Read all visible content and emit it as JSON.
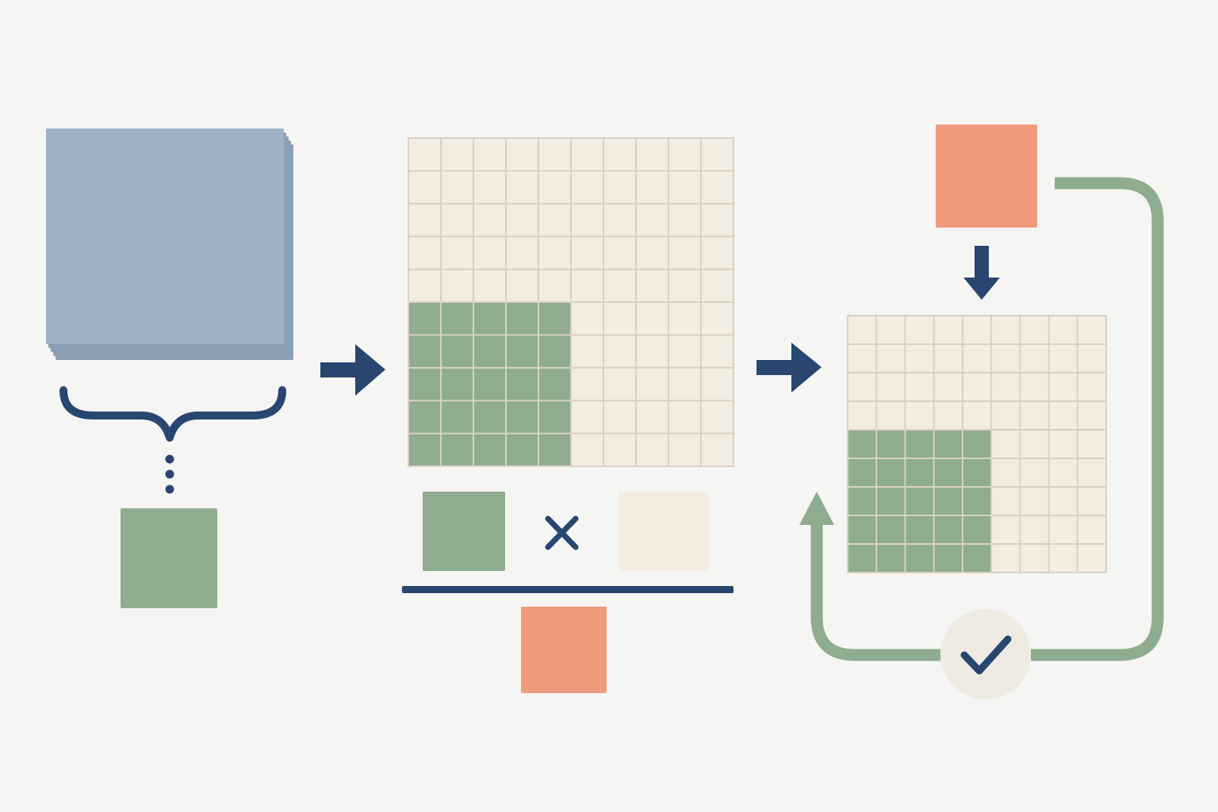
{
  "colors": {
    "background": "#f5f5f3",
    "blue_stack": "#9fb1c6",
    "blue_stack_edge": "#8d9fb4",
    "navy": "#284670",
    "sage": "#8fac8e",
    "sage_dark": "#7f9c7e",
    "cream": "#f3ece0",
    "cream_line": "#d9d1c3",
    "coral": "#ef9a7a",
    "check_badge": "#efebe2"
  },
  "grids": {
    "large": {
      "cols": 10,
      "rows": 10,
      "highlight_cols": 5,
      "highlight_rows": 5
    },
    "small": {
      "cols": 9,
      "rows": 9,
      "highlight_cols": 5,
      "highlight_rows": 5
    }
  },
  "icons": {
    "stack": "stacked-sheets-icon",
    "brace": "curly-brace-icon",
    "ellipsis": "vertical-ellipsis-icon",
    "arrow": "arrow-right-icon",
    "down_arrow": "arrow-down-icon",
    "multiply": "multiply-icon",
    "loop": "feedback-loop-icon",
    "check": "checkmark-icon"
  }
}
